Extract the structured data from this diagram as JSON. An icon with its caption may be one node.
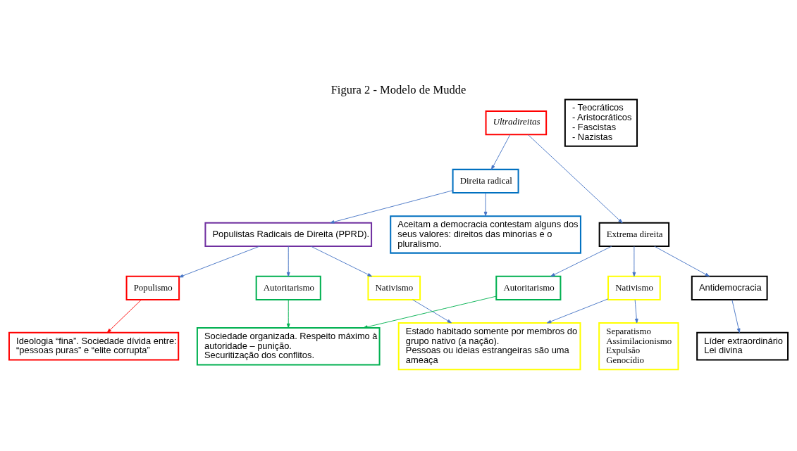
{
  "diagram": {
    "title": "Figura 2 - Modelo de Mudde",
    "nodes": [
      {
        "text": [
          "Ultradireitas"
        ]
      },
      {
        "text": [
          "Direita radical"
        ]
      },
      {
        "text": [
          "Aceitam a democracia contestam alguns dos seus valores: direitos das minorias e o pluralismo."
        ]
      },
      {
        "text": [
          "Populistas Radicais de Direita (PPRD)."
        ]
      },
      {
        "text": [
          "Populismo"
        ]
      },
      {
        "text": [
          "Autoritarismo"
        ]
      },
      {
        "text": [
          "Nativismo"
        ]
      },
      {
        "text": [
          "Ideologia “fina”. Sociedade dívida entre: “pessoas puras” e “elite corrupta”"
        ]
      },
      {
        "text": [
          "Sociedade organizada. Respeito máximo à autoridade – punição.",
          "Securitização dos conflitos."
        ]
      },
      {
        "text": [
          "Estado habitado somente por membros do grupo nativo (a nação).",
          "Pessoas ou ideias estrangeiras são uma ameaça"
        ]
      },
      {
        "text": [
          "Antidemocracia"
        ]
      },
      {
        "text": [
          "Autoritarismo"
        ]
      },
      {
        "text": [
          "Nativismo"
        ]
      },
      {
        "text": [
          "Líder extraordinário",
          "Lei divina"
        ]
      },
      {
        "text": [
          "Separatismo",
          "Assimilacionismo",
          "Expulsão",
          "Genocídio"
        ]
      },
      {
        "text": [
          "- Teocráticos",
          "- Aristocráticos",
          "- Fascistas",
          "- Nazistas"
        ]
      },
      {
        "text": [
          "Extrema direita"
        ]
      }
    ],
    "edges": [
      {
        "from": 0,
        "to": 1,
        "arrow": "to"
      },
      {
        "from": 1,
        "to": 2,
        "arrow": "to"
      },
      {
        "from": 1,
        "to": 3,
        "arrow": "to"
      },
      {
        "from": 3,
        "to": 4,
        "arrow": "to"
      },
      {
        "from": 3,
        "to": 5,
        "arrow": "to"
      },
      {
        "from": 3,
        "to": 6,
        "arrow": "to"
      },
      {
        "from": 4,
        "to": 7,
        "arrow": "to",
        "color": "#ff0000"
      },
      {
        "from": 5,
        "to": 8,
        "arrow": "to",
        "color": "#00b050"
      },
      {
        "from": 6,
        "to": 9,
        "arrow": "to"
      },
      {
        "from": 16,
        "to": 10,
        "arrow": "to"
      },
      {
        "from": 16,
        "to": 11,
        "arrow": "to"
      },
      {
        "from": 16,
        "to": 12,
        "arrow": "to"
      },
      {
        "from": 10,
        "to": 13,
        "arrow": "to"
      },
      {
        "from": 11,
        "to": 8,
        "arrow": "to",
        "color": "#00b050"
      },
      {
        "from": 12,
        "to": 9,
        "arrow": "to"
      },
      {
        "from": 12,
        "to": 14,
        "arrow": "to"
      },
      {
        "from": 0,
        "to": 16,
        "arrow": "to"
      }
    ]
  }
}
